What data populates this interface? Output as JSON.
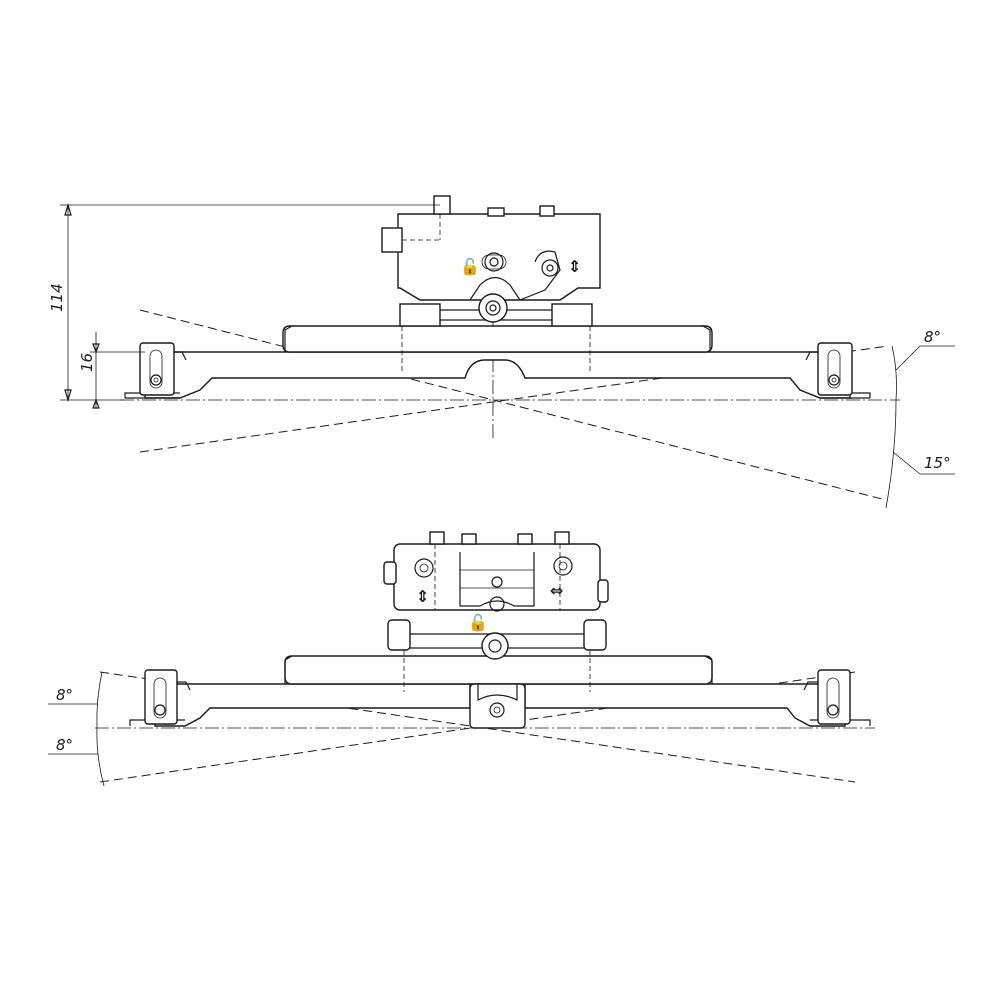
{
  "drawing": {
    "top_view": {
      "dim_height": "114",
      "dim_offset": "16",
      "angle_up": "8°",
      "angle_down": "15°",
      "symbols": {
        "lock": "🔓",
        "vertical": "⇕"
      }
    },
    "bottom_view": {
      "angle_up": "8°",
      "angle_down": "8°",
      "symbols": {
        "lock": "🔓",
        "vertical": "⇕",
        "horizontal": "⇔"
      }
    }
  }
}
